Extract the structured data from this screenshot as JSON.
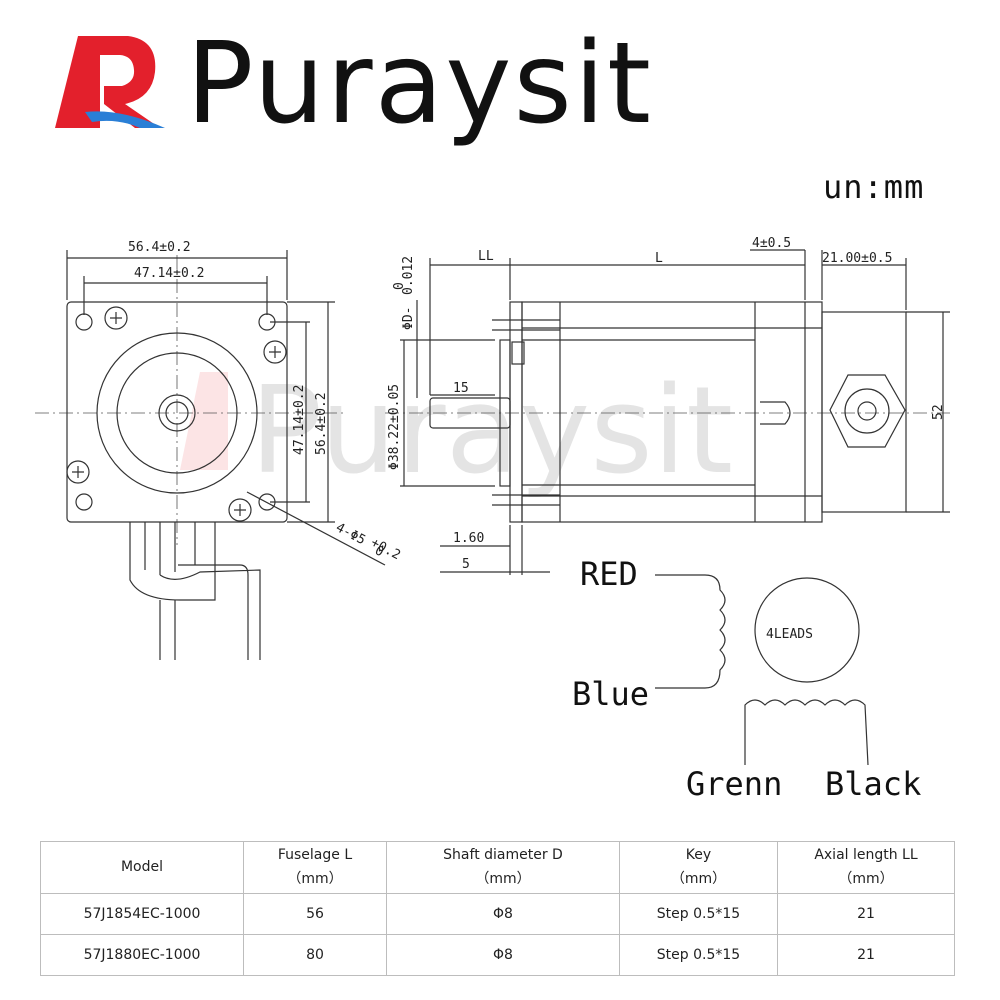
{
  "brand": {
    "name": "Puraysit",
    "logo_letter": "R",
    "colors": {
      "red": "#e3202c",
      "blue": "#2a7fd6"
    }
  },
  "unit_label": "un:mm",
  "watermark": "Puraysit",
  "front_view": {
    "dim_outer_width": "56.4±0.2",
    "dim_hole_spacing": "47.14±0.2",
    "dim_hole_spacing_v": "47.14±0.2",
    "dim_outer_height_v": "56.4±0.2",
    "dim_holes": "4-Φ5",
    "dim_holes_tol": "+0.2",
    "dim_holes_tol2": "0"
  },
  "side_view": {
    "dim_LL": "LL",
    "dim_L": "L",
    "dim_4": "4±0.5",
    "dim_21": "21.00±0.5",
    "dim_shaft_d": "ΦD-",
    "dim_shaft_tol": "0",
    "dim_shaft_tol2": "0.012",
    "dim_pilot": "Φ38.22±0.05",
    "dim_15": "15",
    "dim_52": "52",
    "dim_160": "1.60",
    "dim_5": "5"
  },
  "wiring": {
    "red": "RED",
    "blue": "Blue",
    "green": "Grenn",
    "black": "Black",
    "leads": "4LEADS"
  },
  "table": {
    "headers": [
      {
        "title": "Model",
        "unit": ""
      },
      {
        "title": "Fuselage L",
        "unit": "（mm）"
      },
      {
        "title": "Shaft diameter D",
        "unit": "（mm）"
      },
      {
        "title": "Key",
        "unit": "（mm）"
      },
      {
        "title": "Axial length LL",
        "unit": "（mm）"
      }
    ],
    "rows": [
      [
        "57J1854EC-1000",
        "56",
        "Φ8",
        "Step 0.5*15",
        "21"
      ],
      [
        "57J1880EC-1000",
        "80",
        "Φ8",
        "Step 0.5*15",
        "21"
      ]
    ]
  }
}
